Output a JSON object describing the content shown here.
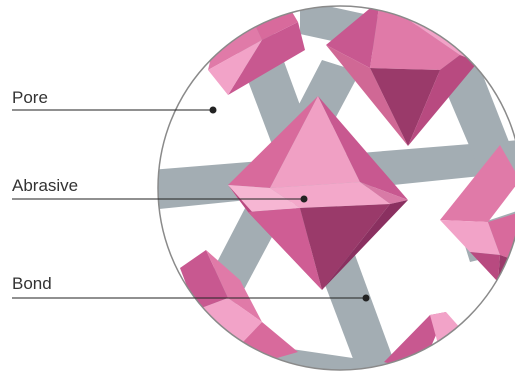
{
  "labels": {
    "pore": "Pore",
    "abrasive": "Abrasive",
    "bond": "Bond"
  },
  "colors": {
    "background": "#ffffff",
    "bond": "#a3adb3",
    "abrasive_light": "#f2a3c8",
    "abrasive_mid": "#e07aa8",
    "abrasive_dark": "#b84a80",
    "abrasive_shadow": "#9a3a6a",
    "outline": "#8a8a8a",
    "leader_line": "#222222",
    "text": "#333333"
  }
}
